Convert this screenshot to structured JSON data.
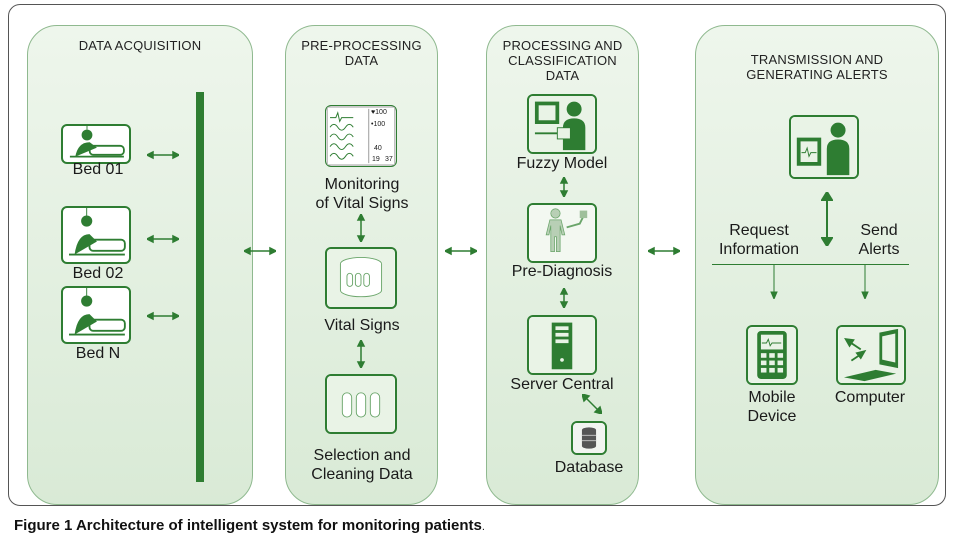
{
  "panels": [
    {
      "title": "DATA ACQUISITION"
    },
    {
      "title": "PRE-PROCESSING\nDATA"
    },
    {
      "title": "PROCESSING AND\nCLASSIFICATION\nDATA"
    },
    {
      "title": "TRANSMISSION AND\nGENERATING ALERTS"
    }
  ],
  "beds": [
    "Bed 01",
    "Bed 02",
    "Bed N"
  ],
  "preprocessing": {
    "monitoring": "Monitoring\nof Vital Signs",
    "vital_signs": "Vital Signs",
    "selection": "Selection and\nCleaning Data",
    "monitor_readouts": [
      "♥100",
      "•100",
      "40",
      "19",
      "37"
    ]
  },
  "processing": {
    "fuzzy": "Fuzzy Model",
    "prediagnosis": "Pre-Diagnosis",
    "server": "Server Central",
    "database": "Database"
  },
  "transmission": {
    "request": "Request\nInformation",
    "send": "Send\nAlerts",
    "mobile": "Mobile\nDevice",
    "computer": "Computer"
  },
  "caption": {
    "label": "Figure 1",
    "text": " Architecture of intelligent system for monitoring patients",
    "end": "."
  },
  "colors": {
    "accent": "#2e7d32",
    "panel_fill": "#e3efe0",
    "border": "#8fb98f"
  }
}
